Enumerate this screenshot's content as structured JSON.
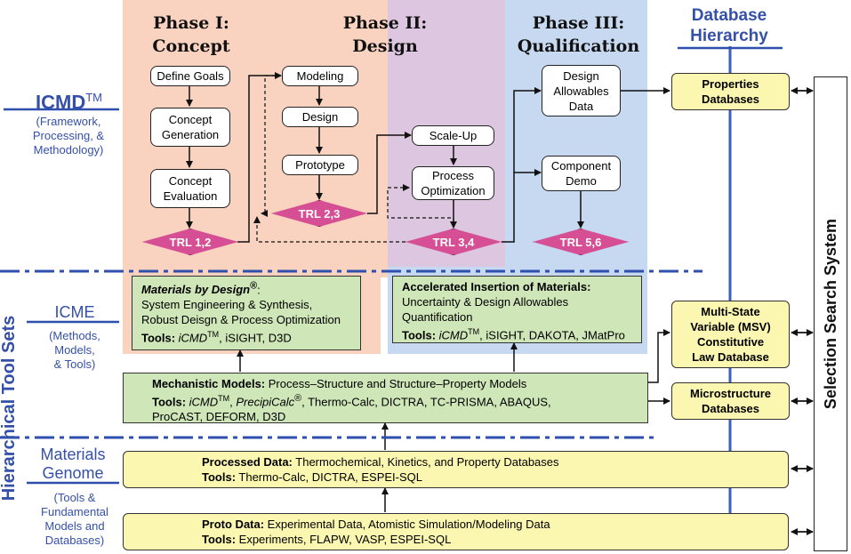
{
  "phases": {
    "p1": {
      "line1": "Phase I:",
      "line2": "Concept"
    },
    "p2": {
      "line1": "Phase II:",
      "line2": "Design"
    },
    "p3": {
      "line1": "Phase III:",
      "line2": "Qualification"
    }
  },
  "db_hierarchy": {
    "line1": "Database",
    "line2": "Hierarchy"
  },
  "left": {
    "icmd": {
      "main": "ICMD",
      "sup": "TM",
      "sub1": "(Framework,",
      "sub2": "Processing, &",
      "sub3": "Methodology)"
    },
    "icme": {
      "main": "ICME",
      "sub1": "(Methods,",
      "sub2": "Models,",
      "sub3": "& Tools)"
    },
    "genome": {
      "main1": "Materials",
      "main2": "Genome",
      "sub1": "(Tools &",
      "sub2": "Fundamental",
      "sub3": "Models and",
      "sub4": "Databases)"
    },
    "vertical": "Hierarchical Tool Sets"
  },
  "flow": {
    "define_goals": "Define Goals",
    "concept_gen1": "Concept",
    "concept_gen2": "Generation",
    "concept_eval1": "Concept",
    "concept_eval2": "Evaluation",
    "modeling": "Modeling",
    "design": "Design",
    "prototype": "Prototype",
    "scaleup": "Scale-Up",
    "process_opt1": "Process",
    "process_opt2": "Optimization",
    "allow1": "Design",
    "allow2": "Allowables",
    "allow3": "Data",
    "comp1": "Component",
    "comp2": "Demo"
  },
  "trl": {
    "t12": "TRL 1,2",
    "t23": "TRL 2,3",
    "t34": "TRL 3,4",
    "t56": "TRL 5,6"
  },
  "mbd": {
    "title": "Materials by Design",
    "reg": "®",
    "line2": "System Engineering & Synthesis,",
    "line3": "Robust Deisgn & Process Optimization",
    "tools_label": "Tools:",
    "tools_icmd": "iCMD",
    "tools_tm": "TM",
    "tools_rest": ", iSIGHT, D3D"
  },
  "aim": {
    "title": "Accelerated Insertion of Materials:",
    "line2": "Uncertainty & Design Allowables",
    "line3": "Quantification",
    "tools_label": "Tools:",
    "tools_icmd": "iCMD",
    "tools_tm": "TM",
    "tools_rest": ", iSIGHT, DAKOTA, JMatPro"
  },
  "mech": {
    "title": "Mechanistic Models:",
    "title_rest": " Process–Structure and Structure–Property Models",
    "tools_label": "Tools:",
    "tools_icmd": "iCMD",
    "tools_tm": "TM",
    "sep": ", ",
    "precipi": "PrecipiCalc",
    "reg": "®",
    "tools_rest": ", Thermo-Calc, DICTRA, TC-PRISMA, ABAQUS,",
    "line3": "ProCAST, DEFORM, D3D"
  },
  "processed": {
    "title": "Processed Data:",
    "title_rest": " Thermochemical, Kinetics, and Property Databases",
    "tools_label": "Tools:",
    "tools_rest": " Thermo-Calc, DICTRA, ESPEI-SQL"
  },
  "proto": {
    "title": "Proto Data:",
    "title_rest": " Experimental Data, Atomistic Simulation/Modeling Data",
    "tools_label": "Tools:",
    "tools_rest": " Experiments, FLAPW, VASP, ESPEI-SQL"
  },
  "databases": {
    "properties1": "Properties",
    "properties2": "Databases",
    "msv1": "Multi-State",
    "msv2": "Variable (MSV)",
    "msv3": "Constitutive",
    "msv4": "Law Database",
    "micro1": "Microstructure",
    "micro2": "Databases"
  },
  "selection": "Selection Search System",
  "colors": {
    "phase1": "#f9d3c0",
    "phase2": "#dcc6e0",
    "phase3": "#c7d9f0",
    "green": "#cfe6b8",
    "yellow": "#fbf7b0",
    "trl": "#d64e93",
    "blue_label": "#3550a8"
  }
}
